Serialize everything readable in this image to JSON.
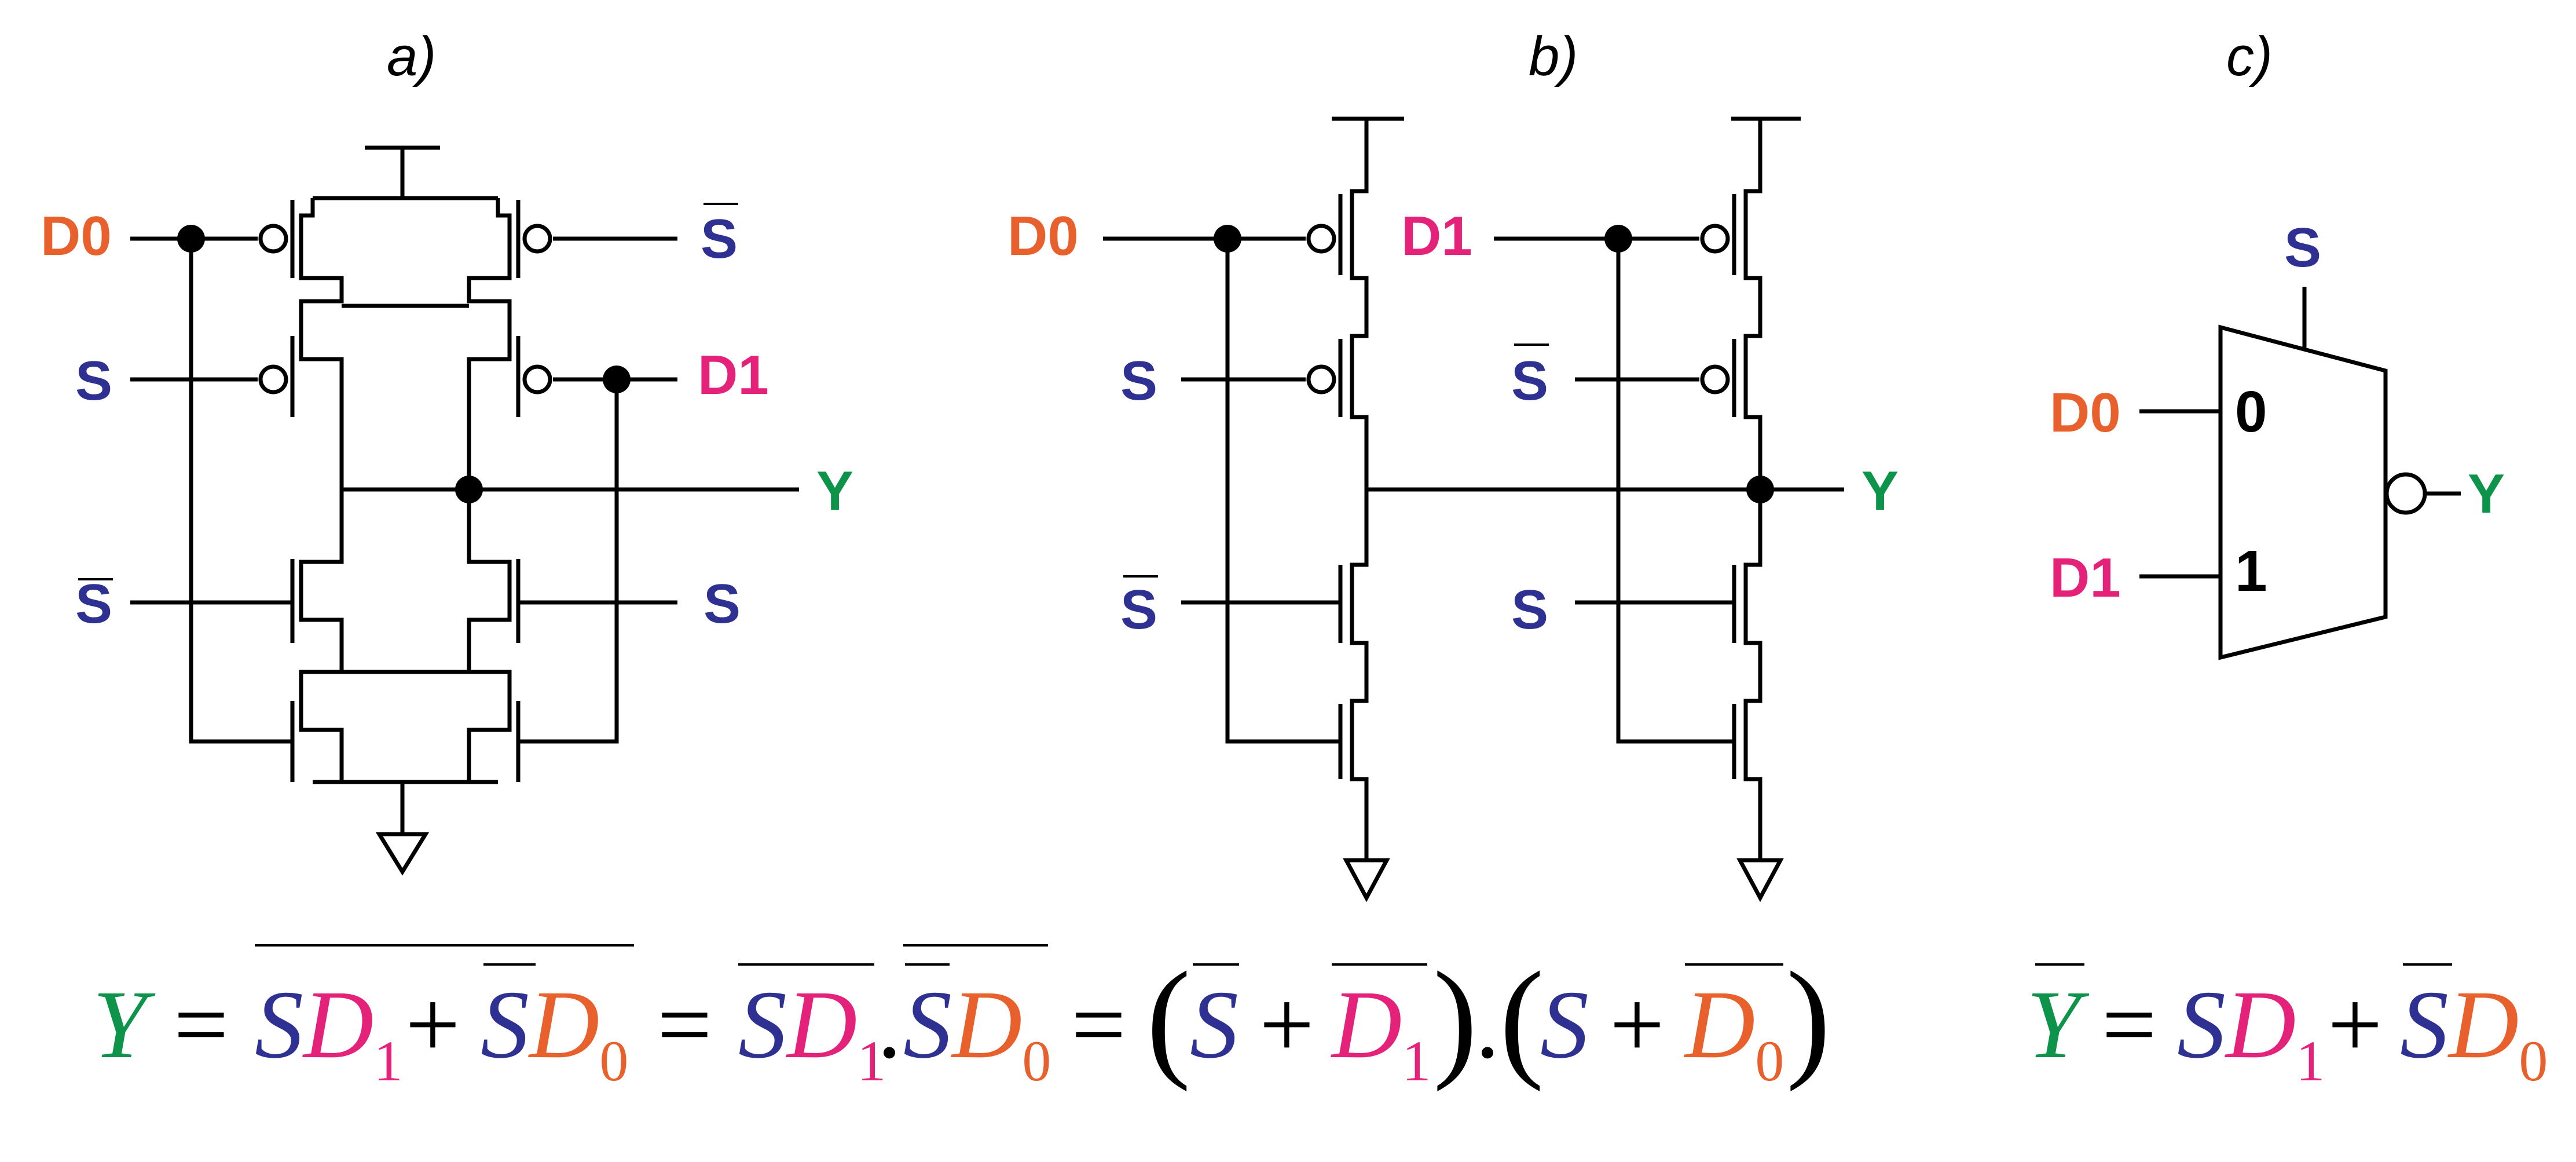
{
  "panels": {
    "a": "a)",
    "b": "b)",
    "c": "c)"
  },
  "signals": {
    "d0": "D0",
    "d1": "D1",
    "s": "S",
    "y": "Y"
  },
  "mux": {
    "in0": "0",
    "in1": "1"
  },
  "equation_main": {
    "y": "Y",
    "eq": "=",
    "plus": "+",
    "dot": ".",
    "s": "S",
    "d": "D",
    "sub1": "1",
    "sub0": "0",
    "lparen": "(",
    "rparen": ")"
  },
  "equation_c": {
    "y": "Y",
    "eq": "=",
    "plus": "+",
    "s": "S",
    "d": "D",
    "sub1": "1",
    "sub0": "0"
  },
  "colors": {
    "d0": "#E8602C",
    "d1": "#E4227A",
    "s": "#2E3192",
    "y": "#0D944A",
    "wire": "#000000"
  }
}
